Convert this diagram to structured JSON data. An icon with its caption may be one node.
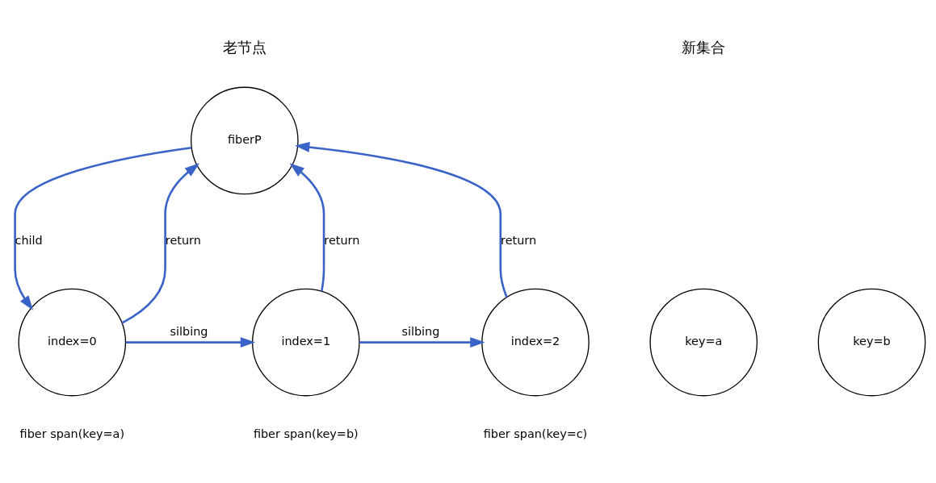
{
  "diagram": {
    "nodes": [
      {
        "text": [
          "fiberP"
        ]
      },
      {
        "text": [
          "index=0"
        ],
        "beside": [
          "fiber span(key=a)"
        ]
      },
      {
        "text": [
          "index=1"
        ],
        "beside": [
          "fiber span(key=b)"
        ]
      },
      {
        "text": [
          "index=2"
        ],
        "beside": [
          "fiber span(key=c)"
        ]
      },
      {
        "text": [
          "key=a"
        ]
      },
      {
        "text": [
          "key=b"
        ]
      }
    ],
    "edges": [
      {
        "from": 1,
        "to": 0,
        "arrow": "to",
        "label": "return"
      },
      {
        "from": 0,
        "to": 1,
        "arrow": "to",
        "label": "child"
      },
      {
        "from": 1,
        "to": 2,
        "arrow": "to",
        "label": "silbing"
      },
      {
        "from": 2,
        "to": 0,
        "arrow": "to",
        "label": "return"
      },
      {
        "from": 2,
        "to": 3,
        "arrow": "to",
        "label": "silbing"
      },
      {
        "from": 3,
        "to": 0,
        "arrow": "to",
        "label": "return"
      }
    ],
    "labels": [
      "老节点",
      "新集合"
    ]
  }
}
